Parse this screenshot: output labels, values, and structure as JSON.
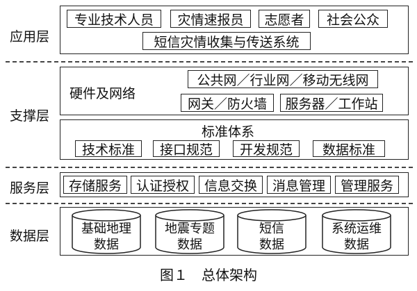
{
  "layers": {
    "application": {
      "label": "应用层",
      "roles": [
        "专业技术人员",
        "灾情速报员",
        "志愿者",
        "社会公众"
      ],
      "system": "短信灾情收集与传送系统"
    },
    "support": {
      "label": "支撑层",
      "hardware": {
        "label": "硬件及网络",
        "items": [
          "公共网／行业网／移动无线网",
          "网关／防火墙",
          "服务器／工作站"
        ]
      },
      "standards": {
        "label": "标准体系",
        "items": [
          "技术标准",
          "接口规范",
          "开发规范",
          "数据标准"
        ]
      }
    },
    "service": {
      "label": "服务层",
      "items": [
        "存储服务",
        "认证授权",
        "信息交换",
        "消息管理",
        "管理服务"
      ]
    },
    "data": {
      "label": "数据层",
      "stores": [
        {
          "line1": "基础地理",
          "line2": "数据"
        },
        {
          "line1": "地震专题",
          "line2": "数据"
        },
        {
          "line1": "短信",
          "line2": "数据"
        },
        {
          "line1": "系统运维",
          "line2": "数据"
        }
      ]
    }
  },
  "caption": {
    "number": "图１",
    "title": "总体架构"
  }
}
